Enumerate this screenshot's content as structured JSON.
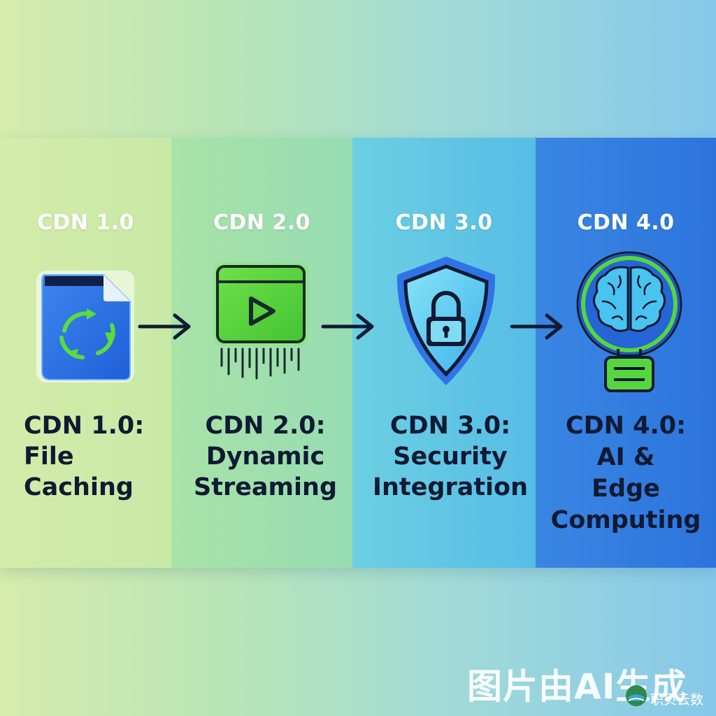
{
  "stages": [
    {
      "title": "CDN 1.0",
      "caption": [
        "CDN 1.0:",
        "File",
        "Caching"
      ],
      "icon": "file-sync-icon"
    },
    {
      "title": "CDN 2.0",
      "caption": [
        "CDN 2.0:",
        "Dynamic",
        "Streaming"
      ],
      "icon": "video-stream-icon"
    },
    {
      "title": "CDN 3.0",
      "caption": [
        "CDN 3.0:",
        "Security",
        "Integration"
      ],
      "icon": "shield-lock-icon"
    },
    {
      "title": "CDN 4.0",
      "caption": [
        "CDN 4.0:",
        "AI &",
        "Edge",
        "Computing"
      ],
      "icon": "brain-bulb-icon"
    }
  ],
  "watermark": "图片由AI生成",
  "brand": "职贝云数",
  "colors": {
    "navy": "#0f1a33",
    "green": "#56d63e",
    "blue": "#2f74e6",
    "cyan": "#48c8ee"
  }
}
